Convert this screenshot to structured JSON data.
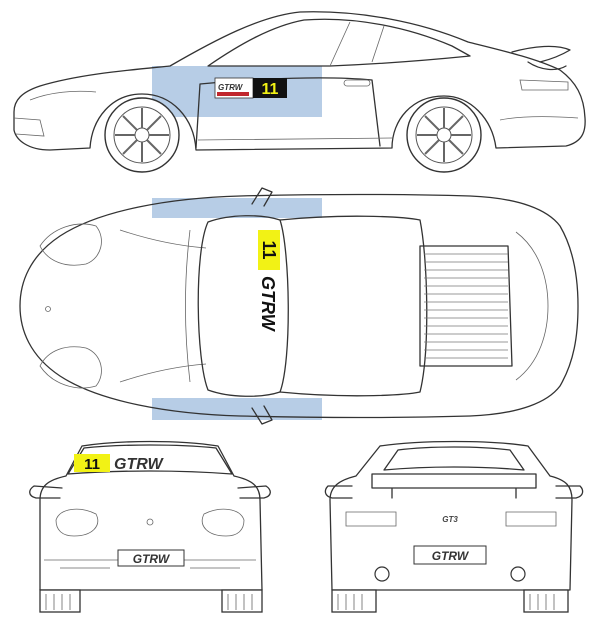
{
  "decal": {
    "number": "11",
    "sponsor_logo": "GTRW",
    "number_panel_color": "#f2f215",
    "number_bg_color": "#111111",
    "logo_red": "#c0262d",
    "band_color": "#b7cde6"
  },
  "rear_badge": "GT3"
}
